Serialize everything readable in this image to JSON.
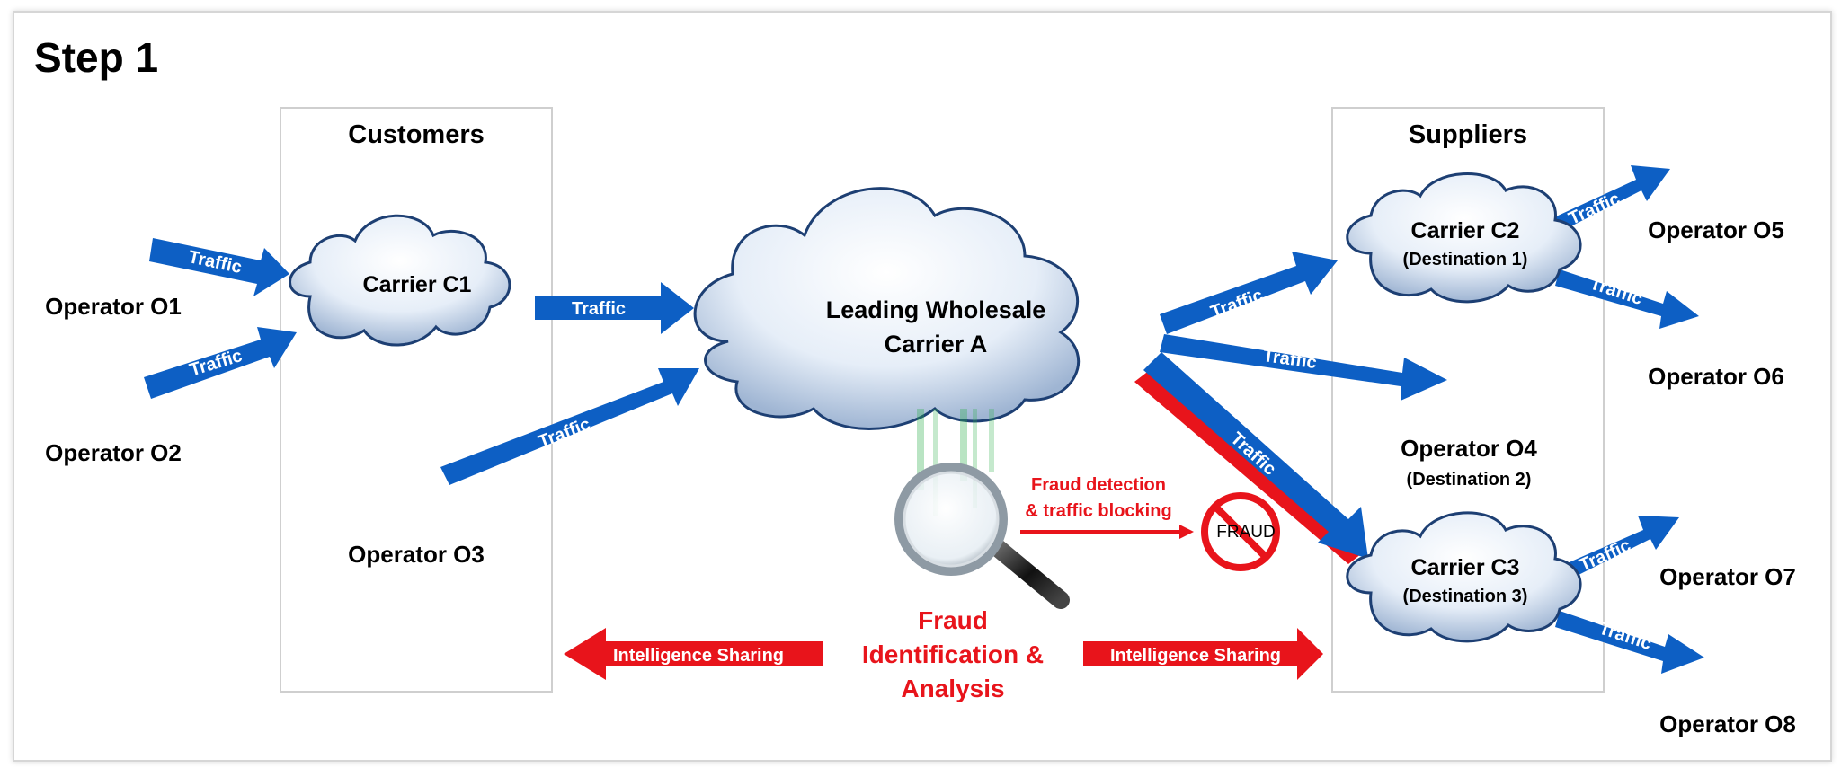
{
  "title": "Step 1",
  "boxes": {
    "customers": "Customers",
    "suppliers": "Suppliers"
  },
  "clouds": {
    "c1": "Carrier C1",
    "main_line1": "Leading Wholesale",
    "main_line2": "Carrier A",
    "c2": "Carrier C2",
    "c2_sub": "(Destination 1)",
    "c3": "Carrier C3",
    "c3_sub": "(Destination 3)"
  },
  "operators": {
    "o1": "Operator O1",
    "o2": "Operator O2",
    "o3": "Operator O3",
    "o4": "Operator O4",
    "o4_sub": "(Destination 2)",
    "o5": "Operator O5",
    "o6": "Operator O6",
    "o7": "Operator O7",
    "o8": "Operator O8"
  },
  "arrows": {
    "traffic": "Traffic",
    "intelligence": "Intelligence Sharing"
  },
  "fraud": {
    "detection_line1": "Fraud detection",
    "detection_line2": "& traffic blocking",
    "stamp": "FRAUD",
    "analysis_line1": "Fraud",
    "analysis_line2": "Identification &",
    "analysis_line3": "Analysis"
  },
  "colors": {
    "arrow_blue": "#0d5fc4",
    "fraud_red": "#e8141b",
    "cloud_edge": "#1d3f73",
    "cloud_fill": "#dfe9f5"
  },
  "icons": {
    "phone": "smartphone-icon",
    "magnifier": "magnifying-glass-icon",
    "prohibited": "no-fraud-icon"
  }
}
